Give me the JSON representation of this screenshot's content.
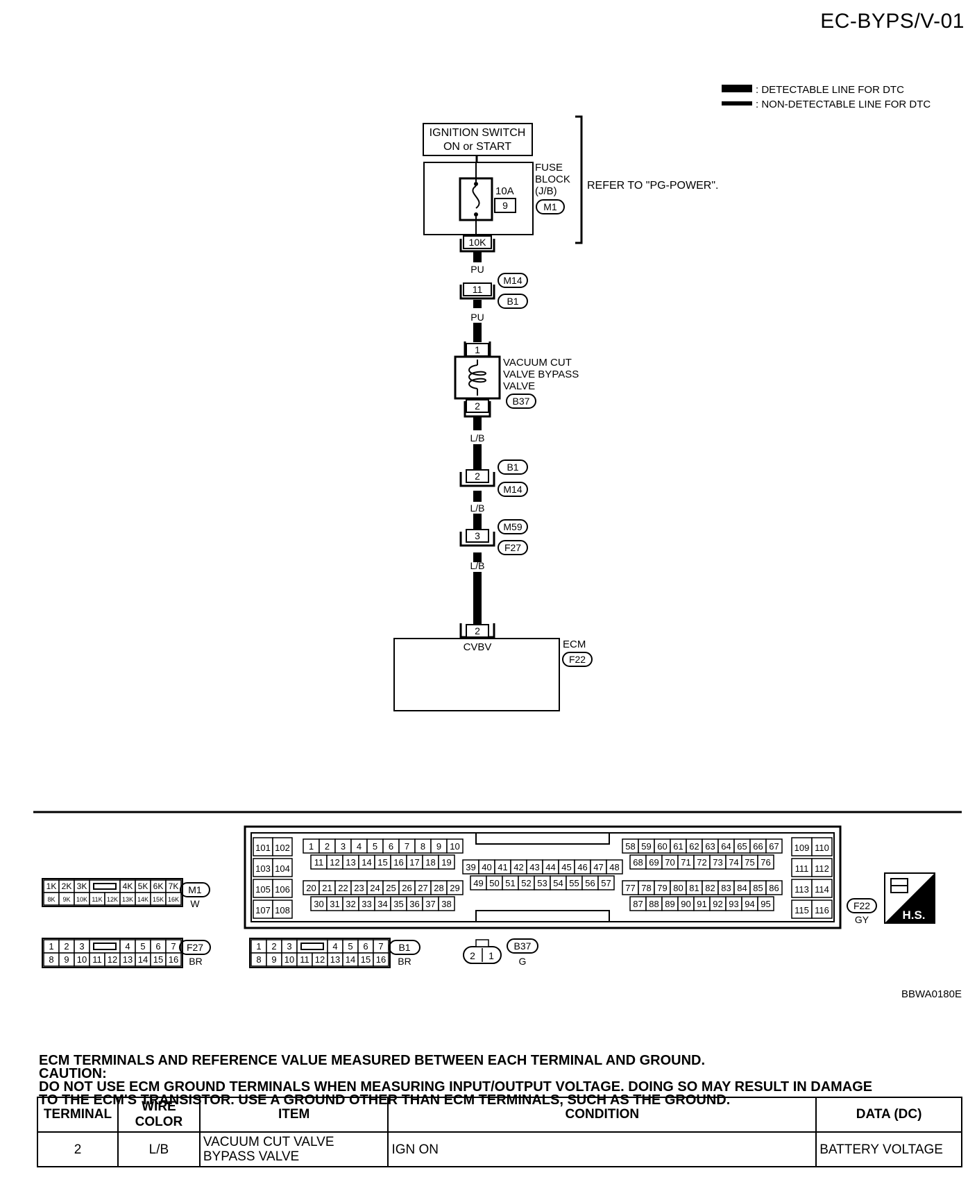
{
  "page_code": "EC-BYPS/V-01",
  "legend": {
    "detectable": ": DETECTABLE LINE FOR DTC",
    "non_detectable": ": NON-DETECTABLE LINE FOR DTC"
  },
  "ignition": {
    "line1": "IGNITION SWITCH",
    "line2": "ON or START"
  },
  "fuse_block": {
    "label1": "FUSE",
    "label2": "BLOCK",
    "label3": "(J/B)",
    "amperage": "10A",
    "fuse_number": "9",
    "connector": "M1",
    "terminal": "10K"
  },
  "refer_text": "REFER TO \"PG-POWER\".",
  "wires": {
    "pu": "PU",
    "lb": "L/B"
  },
  "joint_m14_b1": {
    "terminal": "11",
    "top": "M14",
    "bottom": "B1"
  },
  "valve": {
    "line1": "VACUUM CUT",
    "line2": "VALVE BYPASS",
    "line3": "VALVE",
    "connector": "B37",
    "pin_in": "1",
    "pin_out": "2"
  },
  "joint_b1_m14": {
    "terminal": "2",
    "top": "B1",
    "bottom": "M14"
  },
  "joint_m59_f27": {
    "terminal": "3",
    "top": "M59",
    "bottom": "F27"
  },
  "ecm": {
    "label": "ECM",
    "connector": "F22",
    "terminal": "2",
    "pin_name": "CVBV"
  },
  "connector_views": {
    "m1": {
      "name": "M1",
      "color": "W",
      "row1": [
        "1K",
        "2K",
        "3K",
        "4K",
        "5K",
        "6K",
        "7K"
      ],
      "row2": [
        "8K",
        "9K",
        "10K",
        "11K",
        "12K",
        "13K",
        "14K",
        "15K",
        "16K"
      ]
    },
    "f27": {
      "name": "F27",
      "color": "BR",
      "row1": [
        "1",
        "2",
        "3",
        "4",
        "5",
        "6",
        "7"
      ],
      "row2": [
        "8",
        "9",
        "10",
        "11",
        "12",
        "13",
        "14",
        "15",
        "16"
      ]
    },
    "b1": {
      "name": "B1",
      "color": "BR",
      "row1": [
        "1",
        "2",
        "3",
        "4",
        "5",
        "6",
        "7"
      ],
      "row2": [
        "8",
        "9",
        "10",
        "11",
        "12",
        "13",
        "14",
        "15",
        "16"
      ]
    },
    "b37": {
      "name": "B37",
      "color": "G",
      "pins": [
        "2",
        "1"
      ]
    },
    "f22": {
      "name": "F22",
      "color": "GY"
    }
  },
  "ecm_connector": {
    "left_block": [
      [
        "101",
        "102"
      ],
      [
        "103",
        "104"
      ],
      [
        "105",
        "106"
      ],
      [
        "107",
        "108"
      ]
    ],
    "r1": [
      "1",
      "2",
      "3",
      "4",
      "5",
      "6",
      "7",
      "8",
      "9",
      "10"
    ],
    "r2": [
      "11",
      "12",
      "13",
      "14",
      "15",
      "16",
      "17",
      "18",
      "19"
    ],
    "r3": [
      "20",
      "21",
      "22",
      "23",
      "24",
      "25",
      "26",
      "27",
      "28",
      "29"
    ],
    "r4": [
      "30",
      "31",
      "32",
      "33",
      "34",
      "35",
      "36",
      "37",
      "38"
    ],
    "m1": [
      "39",
      "40",
      "41",
      "42",
      "43",
      "44",
      "45",
      "46",
      "47",
      "48"
    ],
    "m2": [
      "49",
      "50",
      "51",
      "52",
      "53",
      "54",
      "55",
      "56",
      "57"
    ],
    "s1": [
      "58",
      "59",
      "60",
      "61",
      "62",
      "63",
      "64",
      "65",
      "66",
      "67"
    ],
    "s2": [
      "68",
      "69",
      "70",
      "71",
      "72",
      "73",
      "74",
      "75",
      "76"
    ],
    "s3": [
      "77",
      "78",
      "79",
      "80",
      "81",
      "82",
      "83",
      "84",
      "85",
      "86"
    ],
    "s4": [
      "87",
      "88",
      "89",
      "90",
      "91",
      "92",
      "93",
      "94",
      "95"
    ],
    "right_block": [
      [
        "109",
        "110"
      ],
      [
        "111",
        "112"
      ],
      [
        "113",
        "114"
      ],
      [
        "115",
        "116"
      ]
    ]
  },
  "hs_label": "H.S.",
  "figure_code": "BBWA0180E",
  "notes": {
    "line1": "ECM TERMINALS AND REFERENCE VALUE MEASURED BETWEEN EACH TERMINAL AND GROUND.",
    "line2": "CAUTION:",
    "line3": "DO NOT USE ECM GROUND TERMINALS WHEN MEASURING INPUT/OUTPUT VOLTAGE. DOING SO MAY RESULT IN DAMAGE",
    "line4": "TO THE ECM'S TRANSISTOR. USE A GROUND OTHER THAN ECM TERMINALS, SUCH AS THE GROUND."
  },
  "table": {
    "headers": [
      "TERMINAL",
      "WIRE COLOR",
      "ITEM",
      "CONDITION",
      "DATA (DC)"
    ],
    "row": {
      "terminal": "2",
      "wire_color": "L/B",
      "item1": "VACUUM CUT VALVE",
      "item2": "BYPASS VALVE",
      "condition": "IGN ON",
      "data": "BATTERY VOLTAGE"
    }
  }
}
